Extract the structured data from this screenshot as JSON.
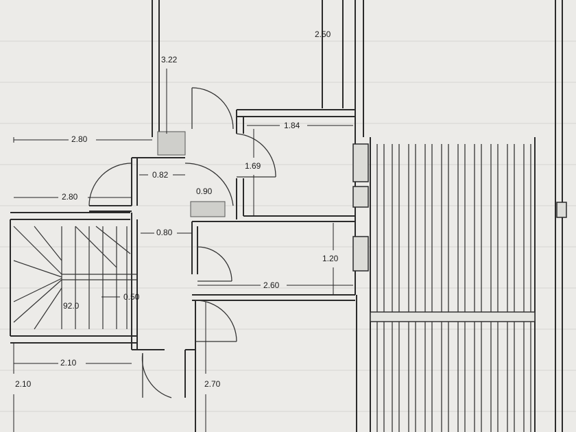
{
  "dimensions": {
    "top_right_width": "2.50",
    "corridor_height": "3.22",
    "left_room_width_top": "2.80",
    "left_room_width_bottom": "2.80",
    "closet_width": "0.82",
    "wc_width": "0.90",
    "bath_width": "1.84",
    "bath_height": "1.69",
    "hall_width": "0.80",
    "room_height": "1.20",
    "room_width": "2.60",
    "stair_gap": "0.50",
    "stair_label": "92.0",
    "bottom_left_width": "2.10",
    "bottom_left_height": "2.10",
    "bottom_room_height": "2.70"
  }
}
